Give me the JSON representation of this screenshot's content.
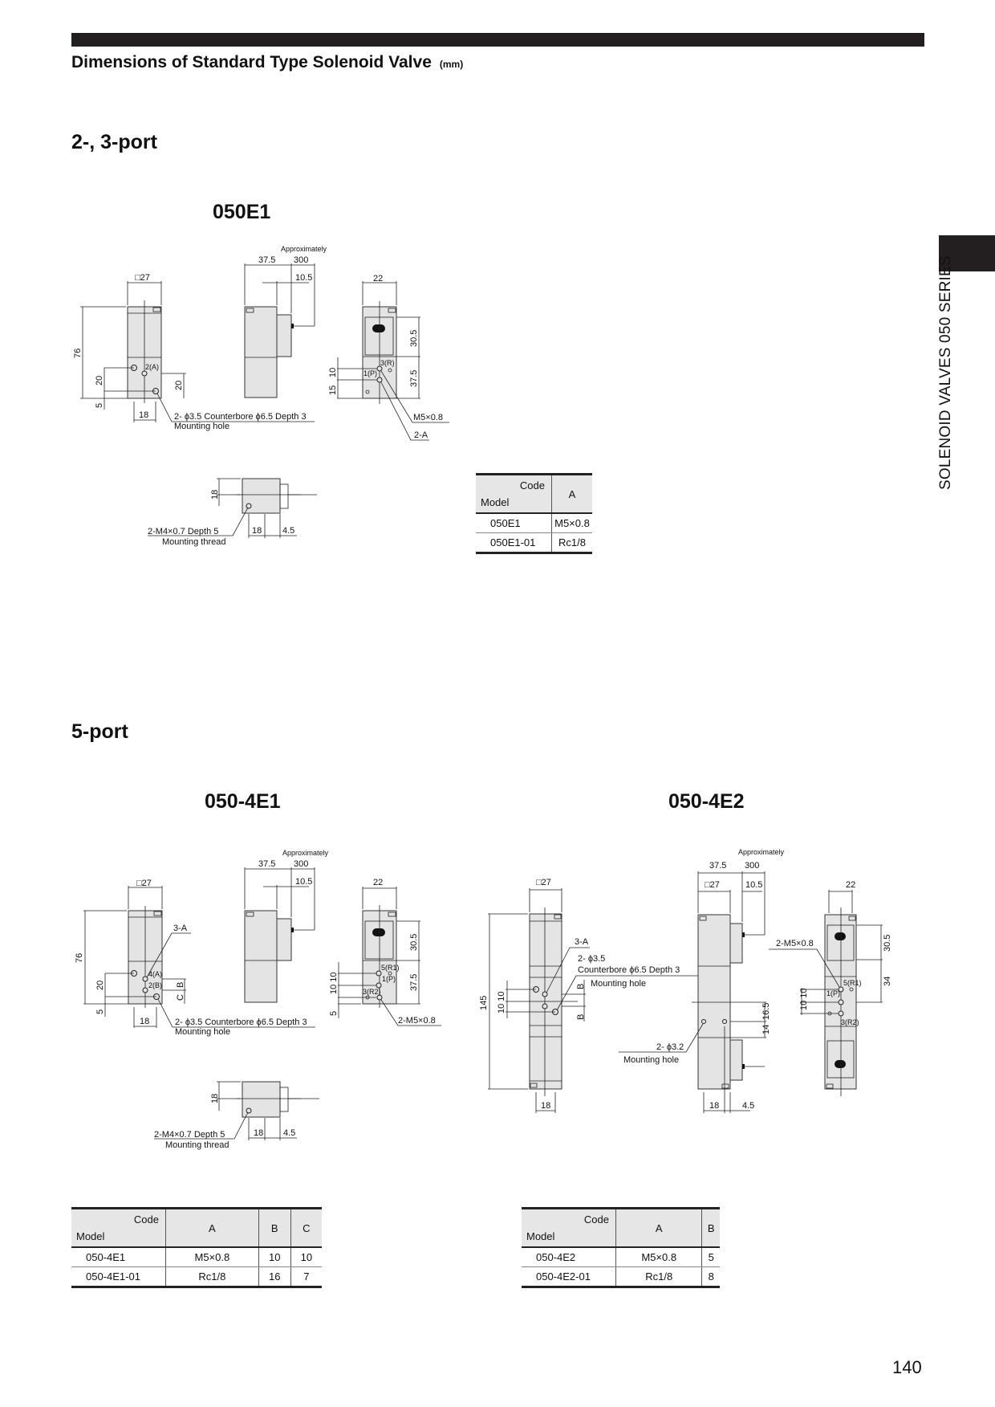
{
  "header": {
    "title": "Dimensions of Standard Type Solenoid Valve",
    "unit": "(mm)"
  },
  "side_tab": "SOLENOID VALVES 050 SERIES",
  "page_number": "140",
  "sections": [
    {
      "title": "2-, 3-port",
      "model": "050E1"
    },
    {
      "title": "5-port",
      "models": [
        "050-4E1",
        "050-4E2"
      ]
    }
  ],
  "d1": {
    "sq27": "□27",
    "h76": "76",
    "d20a": "20",
    "d5": "5",
    "port2": "2(A)",
    "d20b": "20",
    "d18": "18",
    "hole": "2- ϕ3.5 Counterbore ϕ6.5 Depth 3",
    "hole2": "Mounting hole",
    "approx": "Approximately",
    "d375": "37.5",
    "d300": "300",
    "d105": "10.5",
    "d22": "22",
    "d305": "30.5",
    "d375b": "37.5",
    "d10": "10",
    "d15": "15",
    "port3": "3(R)",
    "port1": "1(P)",
    "m5": "M5×0.8",
    "twoA": "2-A",
    "b18": "18",
    "thread": "2-M4×0.7  Depth 5",
    "thread2": "Mounting thread",
    "b18h": "18",
    "b45": "4.5"
  },
  "d2": {
    "sq27": "□27",
    "h76": "76",
    "threeA": "3-A",
    "d20": "20",
    "d5": "5",
    "p4": "4(A)",
    "p2": "2(B)",
    "B": "B",
    "C": "C",
    "d18": "18",
    "hole": "2- ϕ3.5 Counterbore ϕ6.5 Depth 3",
    "hole2": "Mounting hole",
    "approx": "Approximately",
    "d375": "37.5",
    "d300": "300",
    "d105": "10.5",
    "d22": "22",
    "d305": "30.5",
    "d375b": "37.5",
    "d1010": "10 10",
    "d5b": "5",
    "p5": "5(R1)",
    "p1": "1(P)",
    "p3": "3(R2)",
    "m5": "2-M5×0.8",
    "b18": "18",
    "thread": "2-M4×0.7  Depth 5",
    "thread2": "Mounting thread",
    "b18h": "18",
    "b45": "4.5"
  },
  "d3": {
    "sq27": "□27",
    "h145": "145",
    "threeA": "3-A",
    "hole_a": "2- ϕ3.5",
    "hole_b": "Counterbore ϕ6.5 Depth 3",
    "hole_c": "Mounting hole",
    "B1": "B",
    "B2": "B",
    "d1010": "10 10",
    "d18": "18",
    "approx": "Approximately",
    "d375": "37.5",
    "d300": "300",
    "sq27b": "□27",
    "d105": "10.5",
    "d165": "16.5",
    "d14": "14",
    "hole32": "2- ϕ3.2",
    "hole32b": "Mounting hole",
    "s18": "18",
    "s45": "4.5",
    "d22": "22",
    "m5": "2-M5×0.8",
    "d305": "30.5",
    "d34": "34",
    "e1010": "10 10",
    "p5": "5(R1)",
    "p1": "1(P)",
    "p3": "3(R2)"
  },
  "tables": [
    {
      "code": "Code",
      "model": "Model",
      "cols": [
        "A"
      ],
      "rows": [
        [
          "050E1",
          "M5×0.8"
        ],
        [
          "050E1-01",
          "Rc1/8"
        ]
      ]
    },
    {
      "code": "Code",
      "model": "Model",
      "cols": [
        "A",
        "B",
        "C"
      ],
      "rows": [
        [
          "050-4E1",
          "M5×0.8",
          "10",
          "10"
        ],
        [
          "050-4E1-01",
          "Rc1/8",
          "16",
          "7"
        ]
      ]
    },
    {
      "code": "Code",
      "model": "Model",
      "cols": [
        "A",
        "B"
      ],
      "rows": [
        [
          "050-4E2",
          "M5×0.8",
          "5"
        ],
        [
          "050-4E2-01",
          "Rc1/8",
          "8"
        ]
      ]
    }
  ]
}
